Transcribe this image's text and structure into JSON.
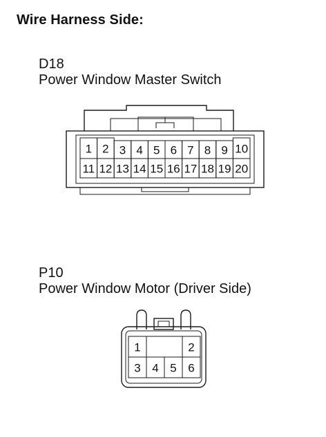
{
  "heading": "Wire Harness Side:",
  "d18": {
    "code": "D18",
    "name": "Power Window  Master Switch",
    "top_row": [
      "1",
      "2",
      "3",
      "4",
      "5",
      "6",
      "7",
      "8",
      "9",
      "10"
    ],
    "bottom_row": [
      "11",
      "12",
      "13",
      "14",
      "15",
      "16",
      "17",
      "18",
      "19",
      "20"
    ]
  },
  "p10": {
    "code": "P10",
    "name": "Power Window Motor (Driver Side)",
    "top_row": [
      "1",
      "",
      "2"
    ],
    "bottom_row": [
      "3",
      "4",
      "5",
      "6"
    ]
  }
}
